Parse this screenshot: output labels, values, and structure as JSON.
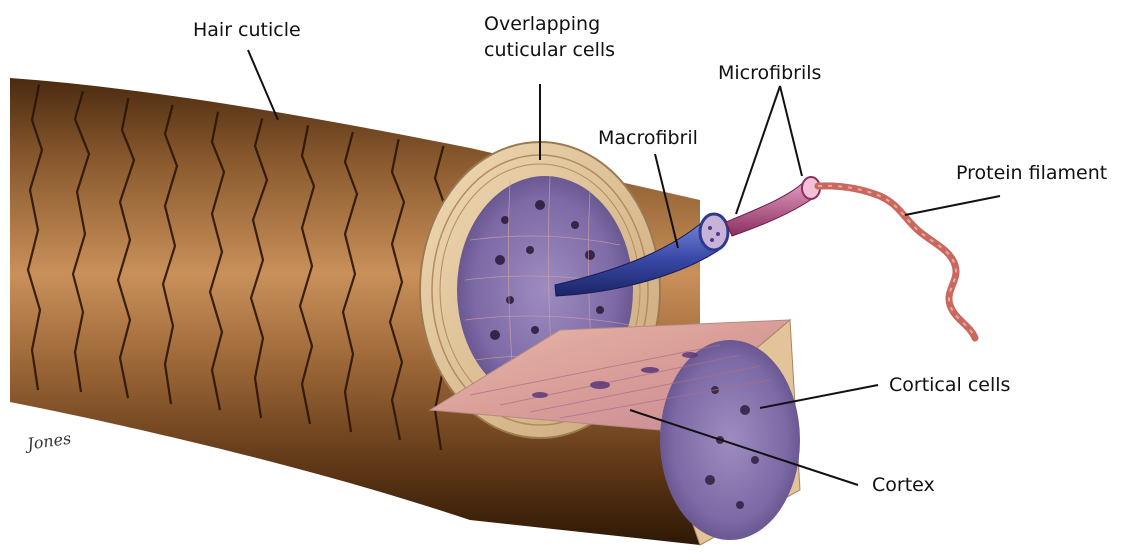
{
  "labels": {
    "hair_cuticle": "Hair cuticle",
    "overlapping_line1": "Overlapping",
    "overlapping_line2": "cuticular cells",
    "microfibrils": "Microfibrils",
    "macrofibril": "Macrofibril",
    "protein_filament": "Protein filament",
    "cortical_cells": "Cortical cells",
    "cortex": "Cortex"
  },
  "colors": {
    "background": "#ffffff",
    "cuticle_brown": "#7a4a22",
    "cuticle_highlight": "#c9905a",
    "cuticle_shadow": "#3a2008",
    "cuticle_ring": "#e3c9a0",
    "cortex_fill": "#8a78b0",
    "cell_pink": "#e8b7a6",
    "macrofibril_blue": "#2c3a8c",
    "microfibril_pink": "#b04a7a",
    "filament_red": "#c9685e",
    "label_text": "#111111",
    "leader_line": "#111111"
  },
  "signature_text": "Jones"
}
